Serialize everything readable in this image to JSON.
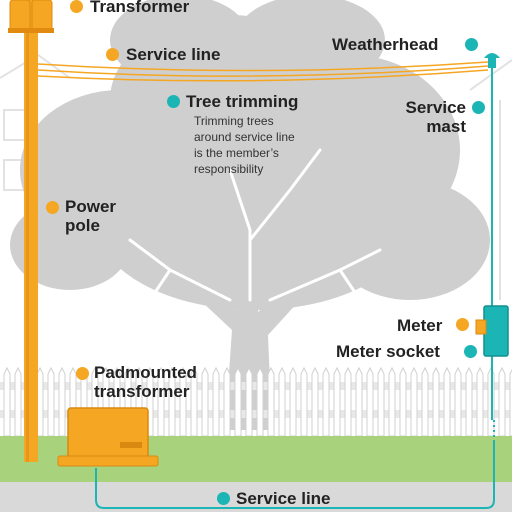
{
  "colors": {
    "orange": "#f5a623",
    "teal": "#1cb5b5",
    "tree_gray": "#cfcfcf",
    "grass": "#a9d27c",
    "road": "#d9d9d9",
    "text": "#222222"
  },
  "labels": {
    "transformer": "Transformer",
    "service_line_top": "Service line",
    "weatherhead": "Weatherhead",
    "tree_trimming": "Tree trimming",
    "tree_trimming_note": [
      "Trimming trees",
      "around service line",
      "is the member’s",
      "responsibility"
    ],
    "service_mast": [
      "Service",
      "mast"
    ],
    "power_pole": [
      "Power",
      "pole"
    ],
    "meter": "Meter",
    "meter_socket": "Meter socket",
    "padmounted_transformer": [
      "Padmounted",
      "transformer"
    ],
    "service_line_bottom": "Service line"
  },
  "icons": {
    "orange_marker": "orange-dot-icon",
    "teal_marker": "teal-dot-icon"
  }
}
